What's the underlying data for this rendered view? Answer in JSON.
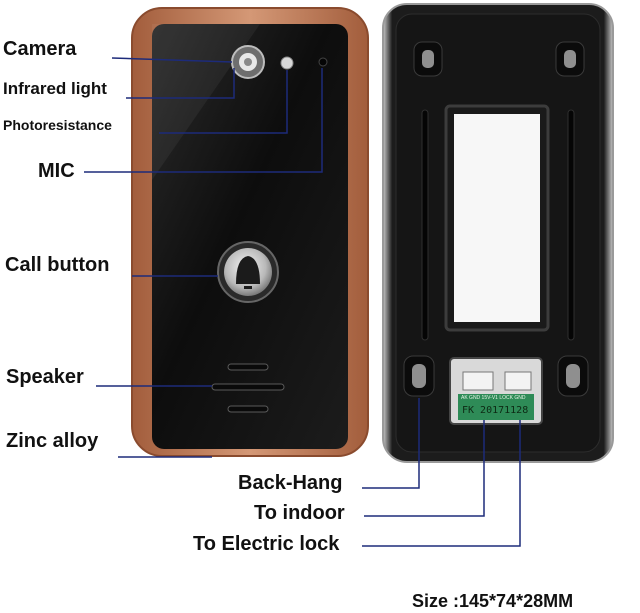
{
  "labels": {
    "camera": "Camera",
    "infrared": "Infrared light",
    "photoresistance": "Photoresistance",
    "mic": "MIC",
    "call_button": "Call button",
    "speaker": "Speaker",
    "zinc_alloy": "Zinc alloy",
    "back_hang": "Back-Hang",
    "to_indoor": "To indoor",
    "to_electric_lock": "To Electric lock",
    "size": "Size :145*74*28MM"
  },
  "pcb_text": {
    "pins": "AK GND 15V-V1 LOCK GND",
    "code": "FK 20171128"
  },
  "colors": {
    "frame": "#b8734f",
    "panel": "#161616",
    "leader_line": "#1d2b7a",
    "back_plate": "#1a1a1a",
    "pcb": "#2e8b57"
  }
}
